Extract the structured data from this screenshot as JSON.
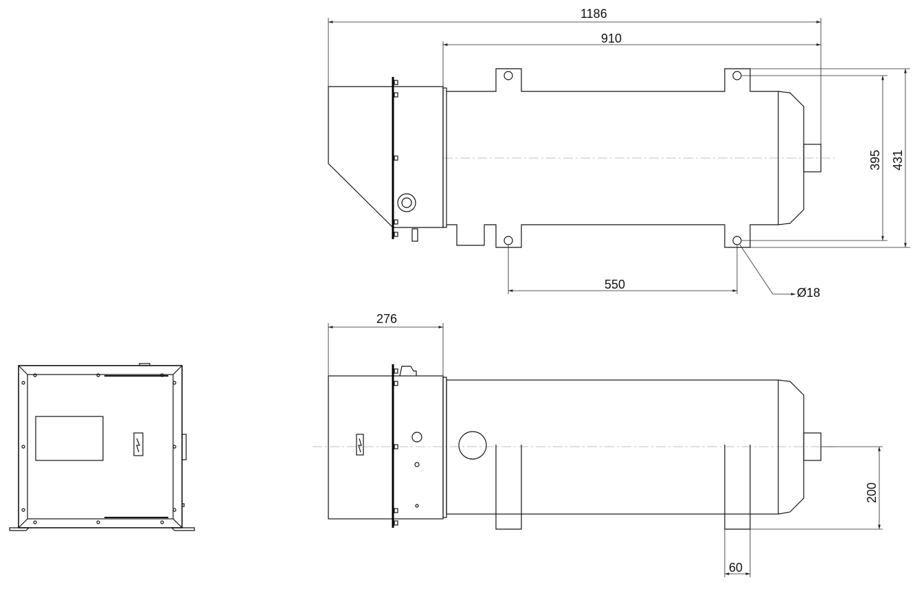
{
  "dimensions": {
    "overall_length": "1186",
    "tank_length": "910",
    "mount_inner": "395",
    "mount_outer": "431",
    "mount_spacing": "550",
    "hole_diameter": "Ø18",
    "housing_depth": "276",
    "foot_height": "200",
    "foot_width": "60"
  }
}
